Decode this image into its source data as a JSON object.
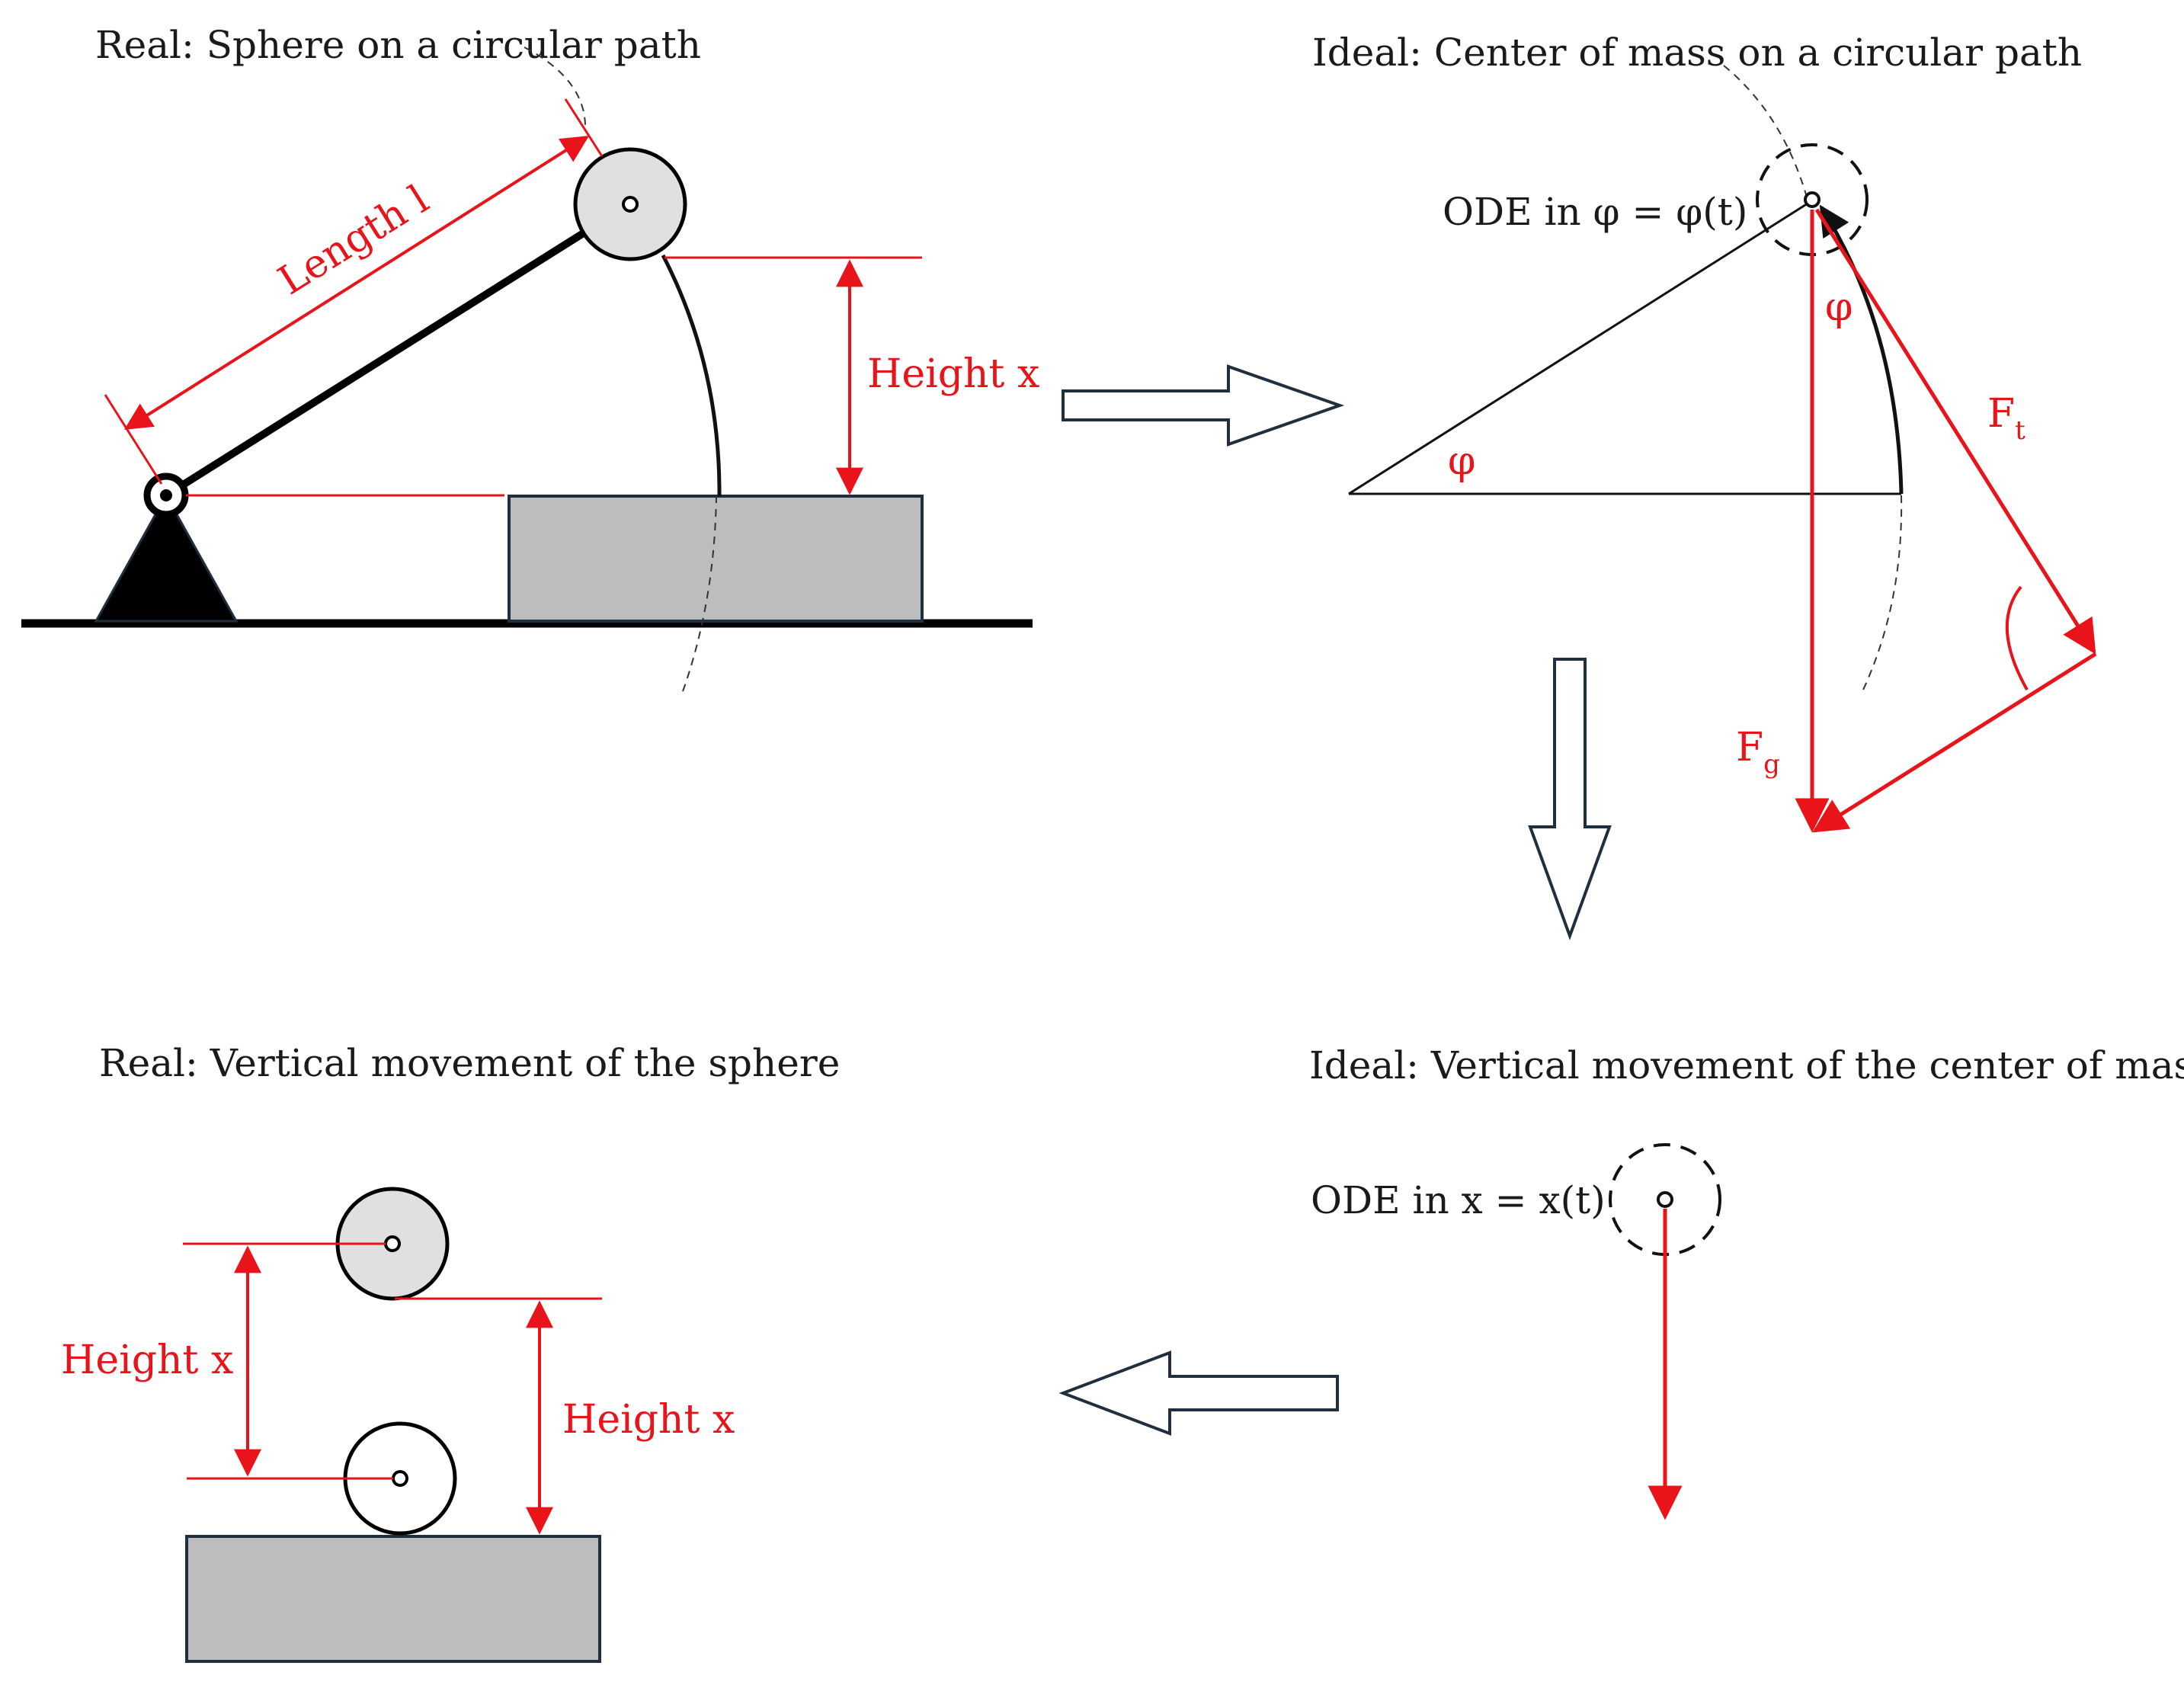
{
  "panels": {
    "top_left": {
      "title": "Real: Sphere on a circular path",
      "length_label": "Length l",
      "height_label": "Height x"
    },
    "top_right": {
      "title": "Ideal: Center of mass on a circular path",
      "ode_label": "ODE in φ = φ(t)",
      "angle_label": "φ",
      "angle_label_vertical": "φ",
      "ft_main": "F",
      "ft_sub": "t",
      "fg_main": "F",
      "fg_sub": "g"
    },
    "bottom_right": {
      "title": "Ideal: Vertical movement of the center of mass",
      "ode_label": "ODE in x = x(t)"
    },
    "bottom_left": {
      "title": "Real: Vertical movement of the sphere",
      "height_label_left": "Height x",
      "height_label_right": "Height x"
    }
  },
  "colors": {
    "red": "#e8141a",
    "block_fill": "#bdbdbd",
    "sphere_fill": "#e0e0e0",
    "arrow_stroke": "#1f2f3f"
  }
}
